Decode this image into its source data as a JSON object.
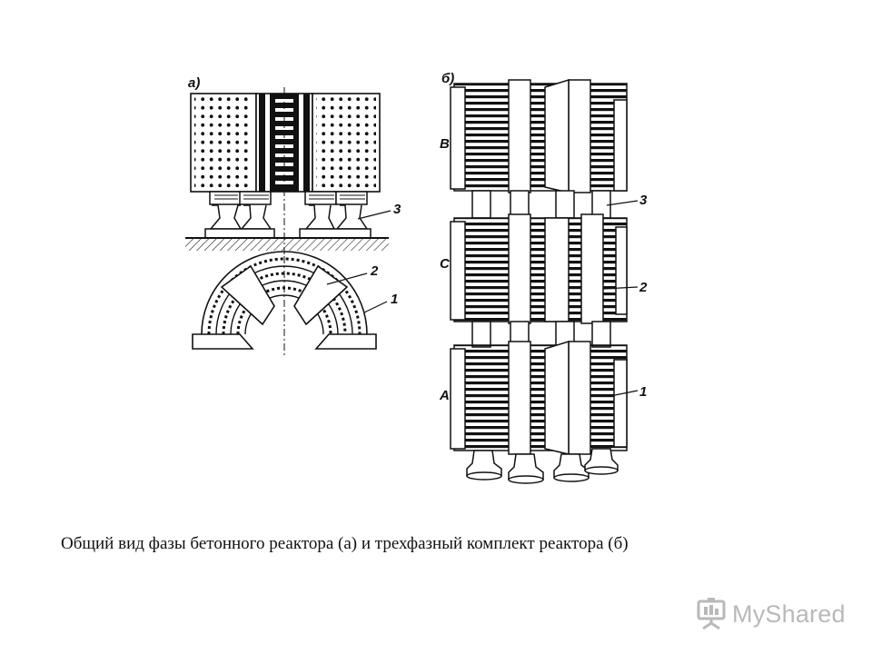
{
  "figure": {
    "panel_a_label": "а)",
    "panel_b_label": "б)",
    "a_callouts": {
      "support": "3",
      "concrete_column": "2",
      "winding": "1"
    },
    "b_phase_labels": {
      "top": "В",
      "middle": "С",
      "bottom": "А"
    },
    "b_callouts": {
      "support": "3",
      "concrete_column": "2",
      "winding": "1"
    }
  },
  "caption": "Общий вид фазы бетонного реактора (а) и трехфазный комплект реактора (б)",
  "watermark": {
    "brand": "MyShared",
    "icon": "presentation-board-icon",
    "color": "#b9b9b9"
  }
}
